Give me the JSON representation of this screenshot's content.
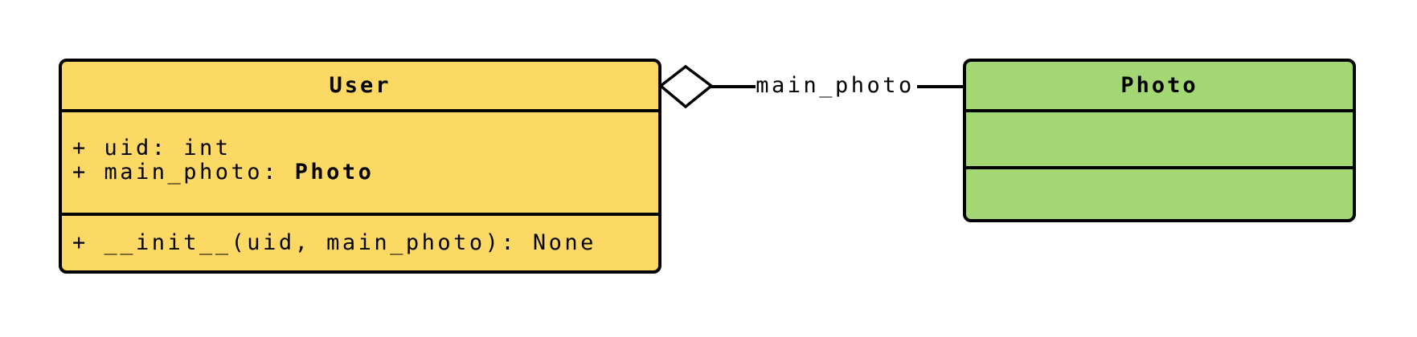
{
  "diagram": {
    "kind": "uml-class-diagram",
    "background_color": "#ffffff",
    "classes": [
      {
        "name": "User",
        "fill_color": "#FCD964",
        "border_color": "#000000",
        "attributes": [
          {
            "text": "+ uid: int",
            "bold_type": ""
          },
          {
            "text": "+ main_photo: ",
            "bold_type": "Photo"
          }
        ],
        "methods": [
          {
            "text": "+ __init__(uid, main_photo): None"
          }
        ]
      },
      {
        "name": "Photo",
        "fill_color": "#A3D773",
        "border_color": "#000000",
        "attributes": [],
        "methods": []
      }
    ],
    "relationship": {
      "type": "aggregation",
      "diamond_style": "hollow",
      "diamond_at": "User",
      "label": "main_photo",
      "line_color": "#000000"
    }
  }
}
